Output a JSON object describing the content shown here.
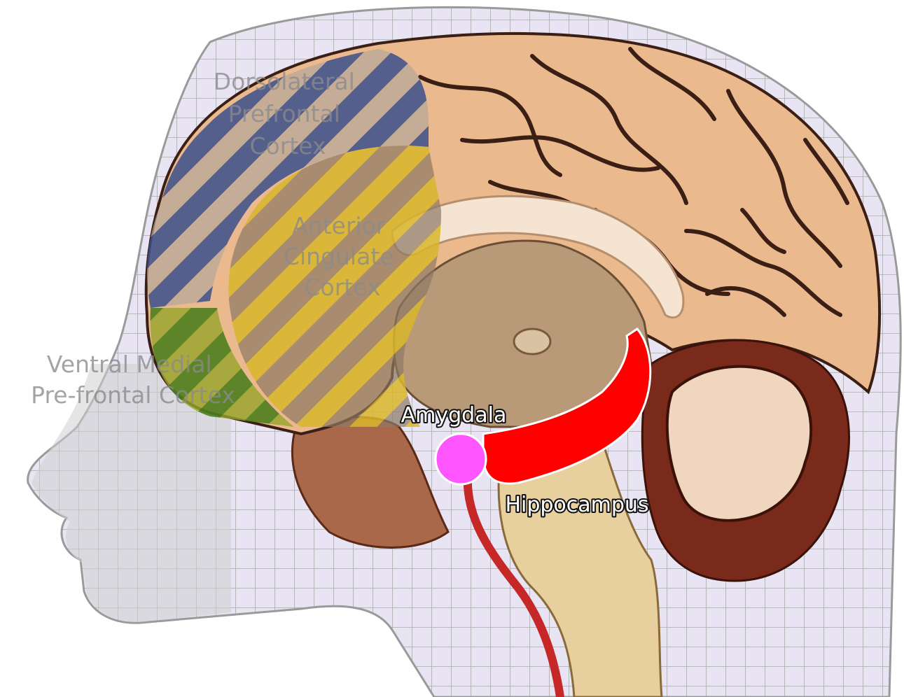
{
  "labels": {
    "dlpfc": [
      "Dorsolateral",
      "Prefrontal",
      "Cortex"
    ],
    "acc": [
      "Anterior",
      "Cingulate",
      "Cortex"
    ],
    "vmpfc": [
      "Ventral Medial",
      "Pre-frontal Cortex"
    ],
    "amygdala": "Amygdala",
    "hippocampus": "Hippocampus"
  },
  "colors": {
    "background": "#ffffff",
    "head_fill": "#e9e4f3",
    "wireframe": "#a9a9a9",
    "cortex": "#eab98e",
    "sulci": "#3b1f14",
    "inner_tissue": "#b89a78",
    "corpus_callosum": "#f6e4d2",
    "brainstem": "#e7cf9e",
    "cerebellum": "#7a2a1a",
    "temporal_lobe": "#a9684a",
    "artery": "#c62828",
    "dlpfc_stripe": "#3b4f8c",
    "acc_stripe": "#d8b62a",
    "vmpfc_stripe": "#4f7f1e",
    "amygdala": "#ff55ff",
    "hippocampus": "#ff0000"
  }
}
